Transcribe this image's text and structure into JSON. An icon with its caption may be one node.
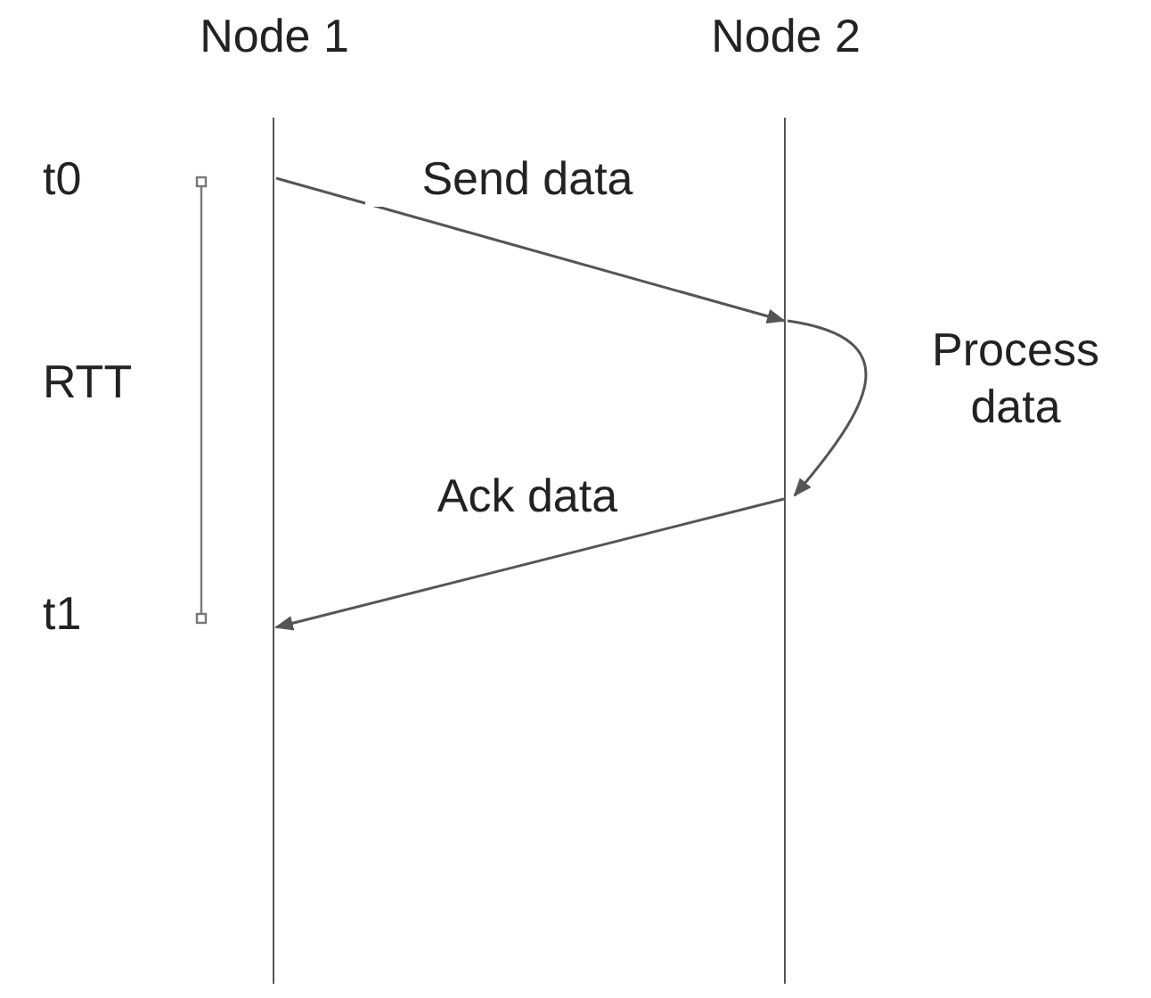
{
  "diagram": {
    "nodes": [
      {
        "text": [
          "Node 1"
        ]
      },
      {
        "text": [
          "Node 2"
        ]
      }
    ],
    "edges": [
      {
        "from": 0,
        "to": 1,
        "arrow": "to",
        "label": "Send data"
      },
      {
        "from": 1,
        "to": 1,
        "arrow": "to",
        "label": "Process data"
      },
      {
        "from": 1,
        "to": 0,
        "arrow": "to",
        "label": "Ack data"
      }
    ],
    "labels": [
      "t0",
      "RTT",
      "t1"
    ]
  }
}
